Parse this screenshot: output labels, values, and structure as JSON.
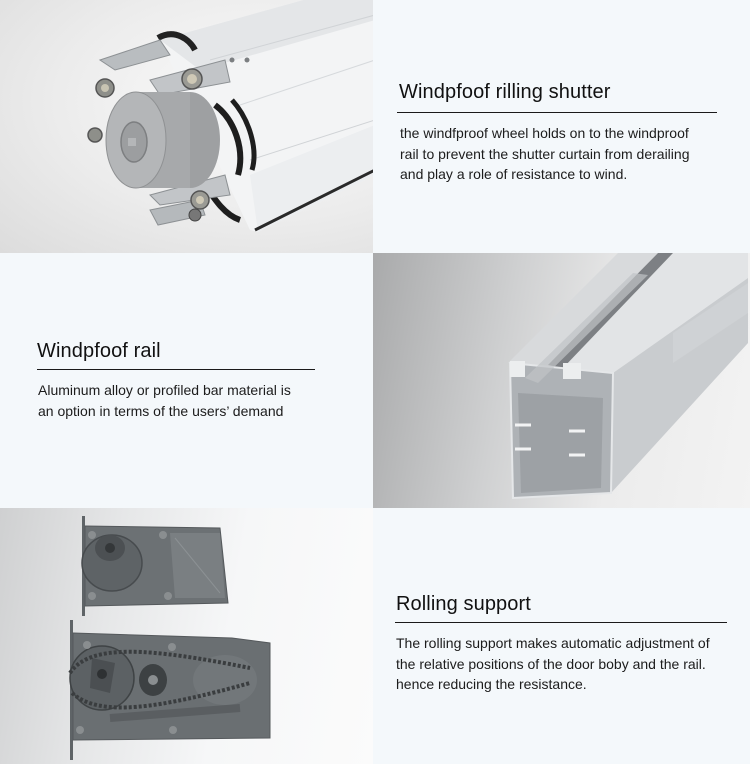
{
  "sections": [
    {
      "title": "Windpfoof rilling shutter",
      "description": "the windfproof wheel holds on to the windproof\nrail to prevent the shutter curtain from derailing\nand play a role of resistance to wind.",
      "image_alt": "Windproof rolling shutter motor end with wheels and brackets"
    },
    {
      "title": "Windpfoof rail",
      "description": "Aluminum alloy or profiled bar material is\nan option in terms of the users’ demand",
      "image_alt": "Aluminum windproof guide rail profile"
    },
    {
      "title": "Rolling support",
      "description": "The rolling support makes automatic adjustment of\nthe relative positions of the door boby and the rail.\nhence reducing the resistance.",
      "image_alt": "Rolling support brackets with chain and sprocket"
    }
  ],
  "colors": {
    "panel_background": "#f4f8fb",
    "rule": "#1a1a1a",
    "text": "#111111"
  }
}
